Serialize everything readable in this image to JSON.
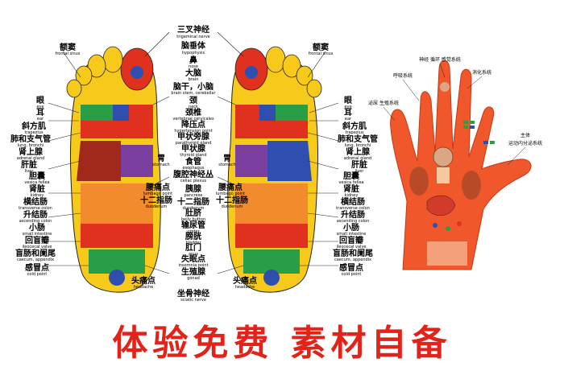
{
  "feet": {
    "center_labels": [
      {
        "zh": "三叉神经",
        "en": "trigeminal nerve"
      },
      {
        "zh": "脑垂体",
        "en": "hypophysis"
      },
      {
        "zh": "鼻",
        "en": "nose"
      },
      {
        "zh": "大脑",
        "en": "brain"
      },
      {
        "zh": "脑干，小脑",
        "en": "brain stem, cerebellar"
      },
      {
        "zh": "颈",
        "en": "neck"
      },
      {
        "zh": "颈椎",
        "en": "vertebrae cervicales"
      },
      {
        "zh": "降压点",
        "en": "hypertension point"
      },
      {
        "zh": "甲状旁腺",
        "en": "parathyroid gland"
      },
      {
        "zh": "甲状腺",
        "en": "thyroid gland"
      },
      {
        "zh": "食管",
        "en": "esophagus"
      },
      {
        "zh": "腹腔神经丛",
        "en": "celiac plexus"
      },
      {
        "zh": "胰腺",
        "en": "pancreas"
      },
      {
        "zh": "十二指肠",
        "en": "duodenum"
      },
      {
        "zh": "肚脐",
        "en": "belly button"
      },
      {
        "zh": "输尿管",
        "en": "ureter"
      },
      {
        "zh": "膀胱",
        "en": "bladder"
      },
      {
        "zh": "肛门",
        "en": "anus"
      },
      {
        "zh": "失眠点",
        "en": "insomnia point"
      },
      {
        "zh": "生殖腺",
        "en": "gonad"
      },
      {
        "zh": "坐骨神经",
        "en": "sciatic nerve"
      }
    ],
    "left_labels": [
      {
        "zh": "额窦",
        "en": "frontal sinus"
      },
      {
        "zh": "眼",
        "en": "eye"
      },
      {
        "zh": "耳",
        "en": "ear"
      },
      {
        "zh": "斜方肌",
        "en": "trapezius"
      },
      {
        "zh": "肺和支气管",
        "en": "lung, bronchi"
      },
      {
        "zh": "肾上腺",
        "en": "adrenal gland"
      },
      {
        "zh": "肝脏",
        "en": "liver"
      },
      {
        "zh": "胆囊",
        "en": "vesica fellea"
      },
      {
        "zh": "肾脏",
        "en": "kidney"
      },
      {
        "zh": "横结肠",
        "en": "transverse colon"
      },
      {
        "zh": "升结肠",
        "en": "ascending colon"
      },
      {
        "zh": "小肠",
        "en": "small intestine"
      },
      {
        "zh": "回盲瓣",
        "en": "ileocecal valve"
      },
      {
        "zh": "盲肠和阑尾",
        "en": "caecum, appendix"
      },
      {
        "zh": "感冒点",
        "en": "cold point"
      }
    ],
    "right_labels": [
      {
        "zh": "额窦",
        "en": "frontal sinus"
      },
      {
        "zh": "眼",
        "en": "eye"
      },
      {
        "zh": "耳",
        "en": "ear"
      },
      {
        "zh": "斜方肌",
        "en": "trapezius"
      },
      {
        "zh": "肺和支气管",
        "en": "lung, bronchi"
      },
      {
        "zh": "肾上腺",
        "en": "adrenal gland"
      },
      {
        "zh": "肝脏",
        "en": "liver"
      },
      {
        "zh": "胆囊",
        "en": "vesica fellea"
      },
      {
        "zh": "肾脏",
        "en": "kidney"
      },
      {
        "zh": "横结肠",
        "en": "transverse colon"
      },
      {
        "zh": "升结肠",
        "en": "ascending colon"
      },
      {
        "zh": "小肠",
        "en": "small intestine"
      },
      {
        "zh": "回盲瓣",
        "en": "ileocecal valve"
      },
      {
        "zh": "盲肠和阑尾",
        "en": "caecum, appendix"
      },
      {
        "zh": "感冒点",
        "en": "cold point"
      }
    ],
    "inner_left": [
      {
        "zh": "胃",
        "en": "stomach"
      },
      {
        "zh": "腰痛点",
        "en": "lumbago point"
      },
      {
        "zh": "十二指肠",
        "en": "duodenum"
      },
      {
        "zh": "头痛点",
        "en": "headache"
      }
    ],
    "inner_right": [
      {
        "zh": "胃",
        "en": "stomach"
      },
      {
        "zh": "腰痛点",
        "en": "lumbago point"
      },
      {
        "zh": "十二指肠",
        "en": "duodenum"
      },
      {
        "zh": "头痛点",
        "en": "headache"
      }
    ]
  },
  "hand": {
    "labels": {
      "top_center": "神经 循环 感觉系统",
      "respiratory": "呼吸系统",
      "digestive": "消化系统",
      "urogenital": "泌尿 生殖系统",
      "main": "主体",
      "motor": "运动内分泌系统"
    }
  },
  "banner": {
    "text": "体验免费  素材自备"
  },
  "colors": {
    "skin": "#f0572a",
    "banner_red": "#e2231a",
    "foot_yellow": "#f7c91a",
    "foot_red": "#e0301e",
    "foot_blue": "#2e4fb0",
    "foot_green": "#2a9e46"
  }
}
